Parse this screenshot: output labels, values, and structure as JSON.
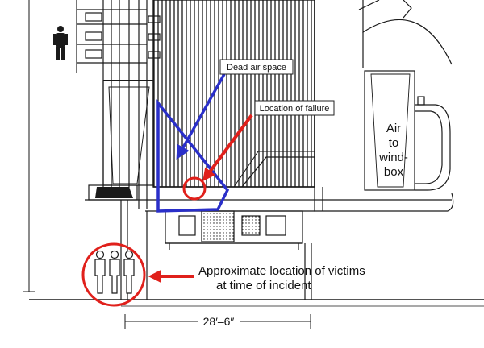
{
  "labels": {
    "dead_air": "Dead air space",
    "failure": "Location of failure",
    "air_line1": "Air",
    "air_line2": "to",
    "air_line3": "wind-",
    "air_line4": "box",
    "victims_line1": "Approximate location of victims",
    "victims_line2": "at time of incident",
    "dimension": "28′–6″"
  },
  "colors": {
    "ink": "#1a1a1a",
    "annotation_red": "#e0201b",
    "annotation_blue": "#2a2fc9"
  }
}
